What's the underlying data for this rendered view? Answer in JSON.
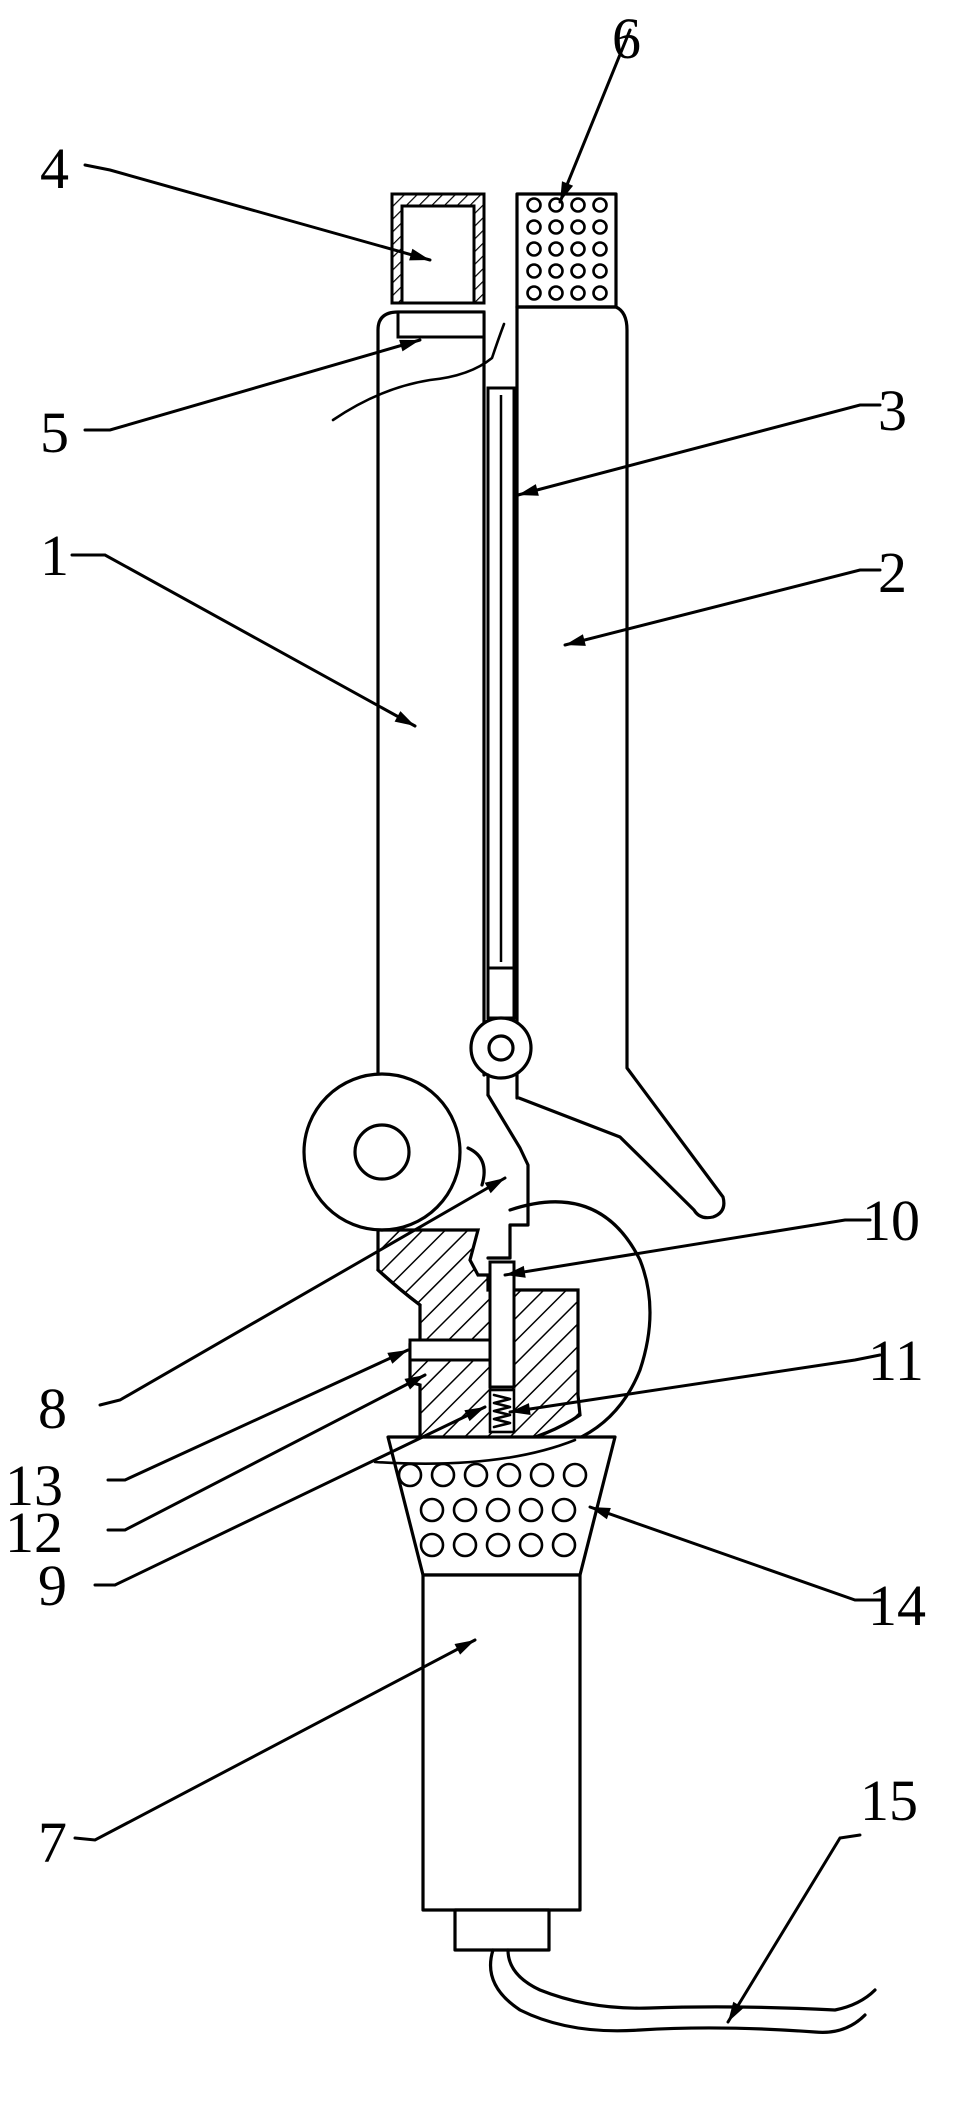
{
  "figure": {
    "labels": [
      {
        "key": "L1",
        "text": "1"
      },
      {
        "key": "L2",
        "text": "2"
      },
      {
        "key": "L3",
        "text": "3"
      },
      {
        "key": "L4",
        "text": "4"
      },
      {
        "key": "L5",
        "text": "5"
      },
      {
        "key": "L6",
        "text": "6"
      },
      {
        "key": "L7",
        "text": "7"
      },
      {
        "key": "L8",
        "text": "8"
      },
      {
        "key": "L9",
        "text": "9"
      },
      {
        "key": "L10",
        "text": "10"
      },
      {
        "key": "L11",
        "text": "11"
      },
      {
        "key": "L12",
        "text": "12"
      },
      {
        "key": "L13",
        "text": "13"
      },
      {
        "key": "L14",
        "text": "14"
      },
      {
        "key": "L15",
        "text": "15"
      }
    ]
  }
}
